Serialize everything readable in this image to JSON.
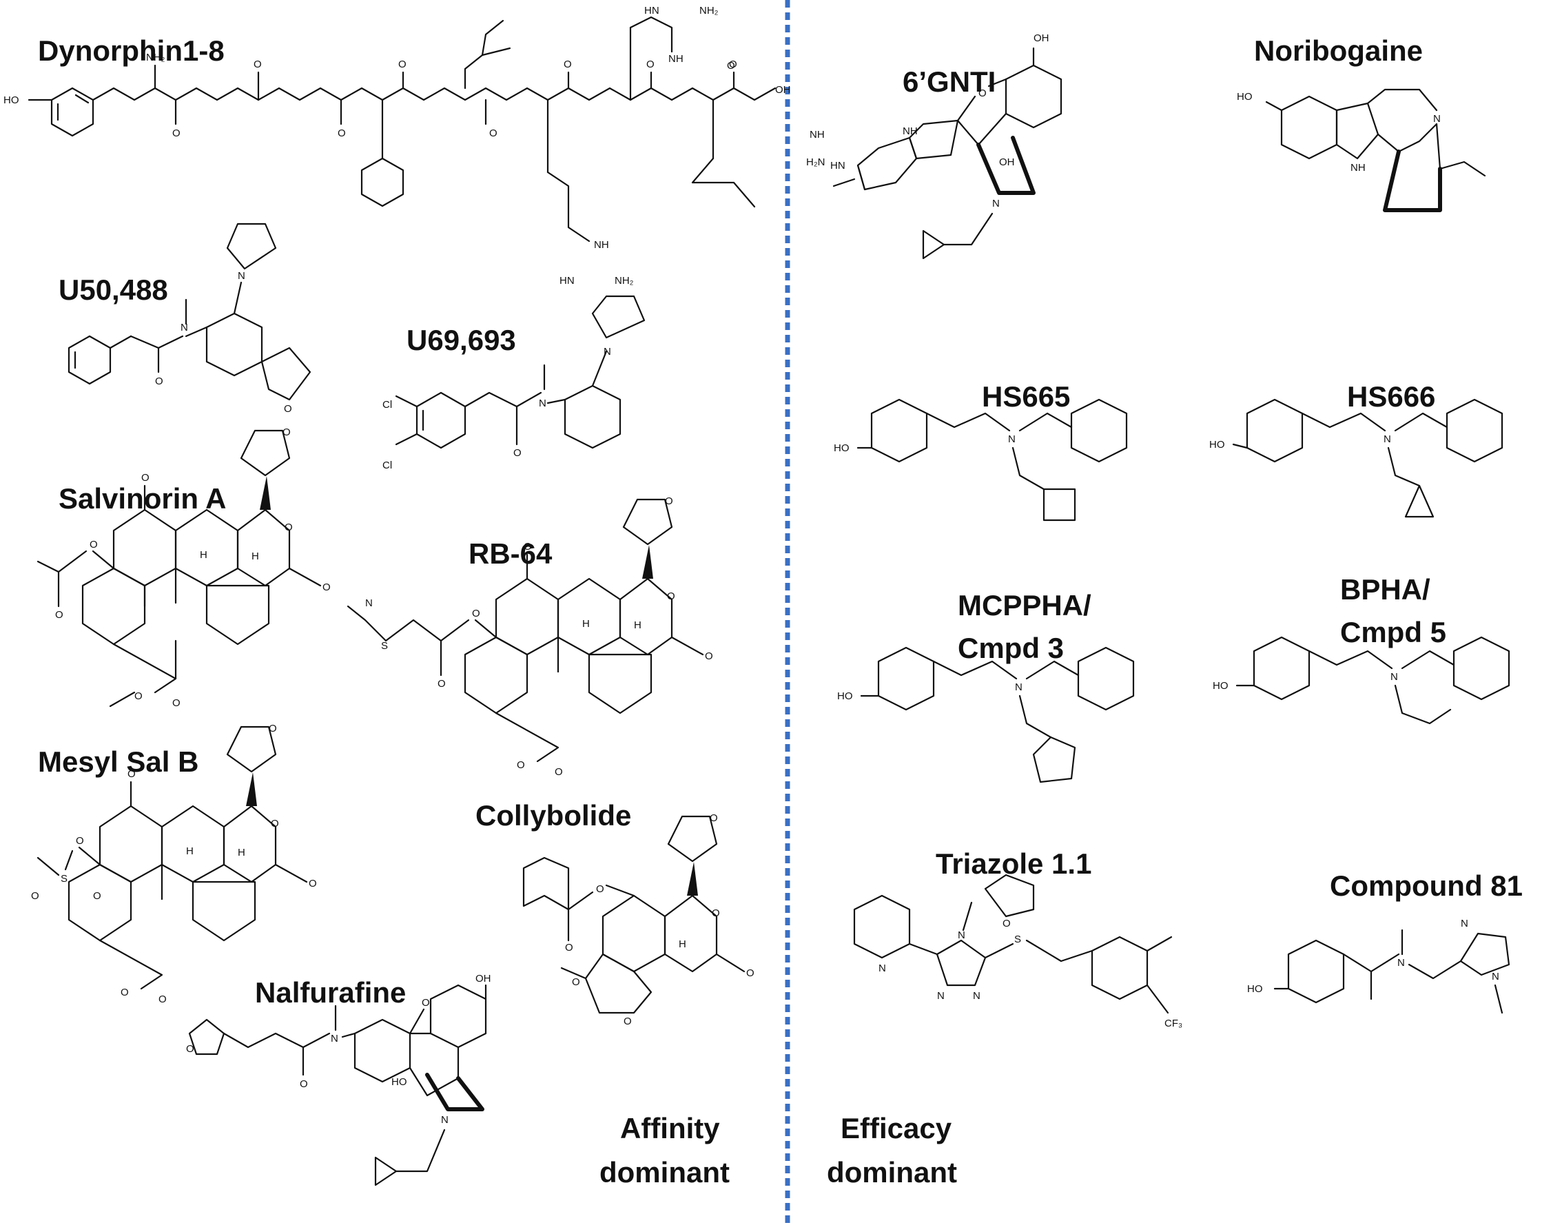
{
  "divider_color": "#3a6fc4",
  "groups": {
    "affinity": {
      "line1": "Affinity",
      "line2": "dominant"
    },
    "efficacy": {
      "line1": "Efficacy",
      "line2": "dominant"
    }
  },
  "compounds": [
    {
      "id": "dynorphin",
      "name": "Dynorphin1-8"
    },
    {
      "id": "u50488",
      "name": "U50,488"
    },
    {
      "id": "u69693",
      "name": "U69,693"
    },
    {
      "id": "salvinorin-a",
      "name": "Salvinorin A"
    },
    {
      "id": "rb64",
      "name": "RB-64"
    },
    {
      "id": "mesyl-sal-b",
      "name": "Mesyl Sal B"
    },
    {
      "id": "collybolide",
      "name": "Collybolide"
    },
    {
      "id": "nalfurafine",
      "name": "Nalfurafine"
    },
    {
      "id": "6gnti",
      "name": "6’GNTI"
    },
    {
      "id": "noribogaine",
      "name": "Noribogaine"
    },
    {
      "id": "hs665",
      "name": "HS665"
    },
    {
      "id": "hs666",
      "name": "HS666"
    },
    {
      "id": "mcppha",
      "name": "MCPPHA/",
      "name2": "Cmpd 3"
    },
    {
      "id": "bpha",
      "name": "BPHA/",
      "name2": "Cmpd 5"
    },
    {
      "id": "triazole",
      "name": "Triazole 1.1"
    },
    {
      "id": "compound81",
      "name": "Compound 81"
    }
  ],
  "atoms": {
    "HO": "HO",
    "OH": "OH",
    "O": "O",
    "N": "N",
    "H": "H",
    "S": "S",
    "NH": "NH",
    "NH2": "NH₂",
    "H2N": "H₂N",
    "HN": "HN",
    "Cl": "Cl",
    "CF3": "CF₃"
  }
}
